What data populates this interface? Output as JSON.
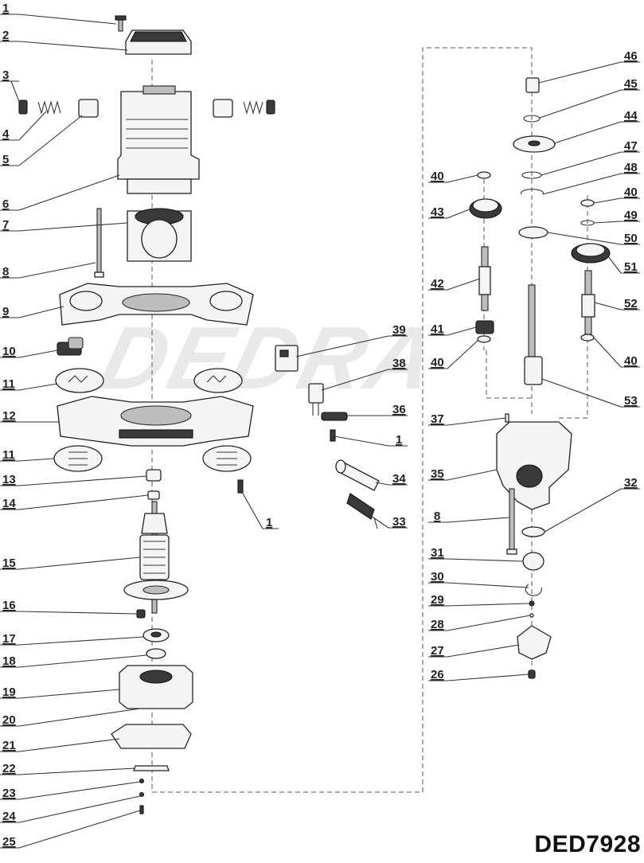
{
  "diagram": {
    "model_code": "DED7928",
    "watermark": "DEDRA",
    "labels_left": [
      "1",
      "2",
      "3",
      "4",
      "5",
      "6",
      "7",
      "8",
      "9",
      "10",
      "11",
      "12",
      "11",
      "13",
      "14",
      "15",
      "16",
      "17",
      "18",
      "19",
      "20",
      "21",
      "22",
      "23",
      "24",
      "25"
    ],
    "labels_center": [
      "39",
      "38",
      "36",
      "1",
      "34",
      "33",
      "1"
    ],
    "labels_right": [
      "46",
      "45",
      "44",
      "47",
      "48",
      "40",
      "49",
      "50",
      "51",
      "52",
      "40",
      "53",
      "40",
      "43",
      "42",
      "41",
      "40",
      "37",
      "35",
      "32",
      "8",
      "31",
      "30",
      "29",
      "28",
      "27",
      "26"
    ]
  }
}
